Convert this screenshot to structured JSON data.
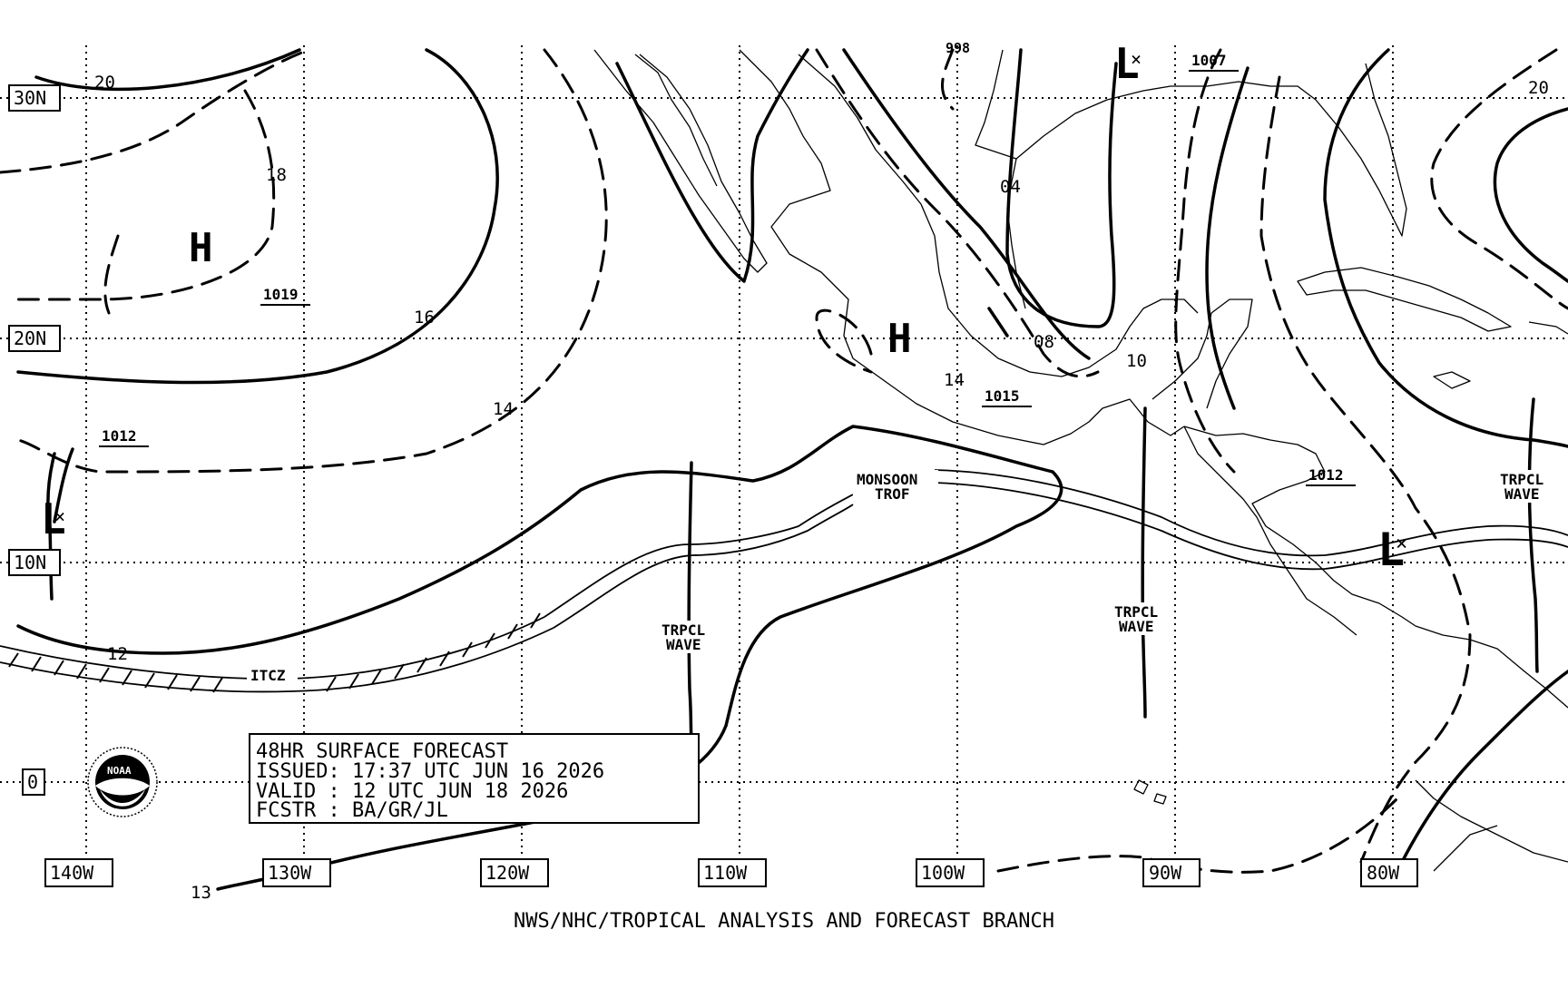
{
  "map": {
    "latitude_labels": [
      "30N",
      "20N",
      "10N",
      "0"
    ],
    "longitude_labels": [
      "140W",
      "130W",
      "120W",
      "110W",
      "100W",
      "90W",
      "80W"
    ],
    "footer": "NWS/NHC/TROPICAL ANALYSIS AND FORECAST BRANCH",
    "info_box": {
      "line1": "48HR SURFACE FORECAST",
      "line2": "ISSUED: 17:37 UTC JUN 16 2026",
      "line3": "VALID : 12 UTC JUN 18 2026",
      "line4": "FCSTR : BA/GR/JL"
    },
    "pressure_centers": [
      {
        "type": "H",
        "value": "1019"
      },
      {
        "type": "H",
        "value": "1015"
      },
      {
        "type": "L",
        "value": "1012"
      },
      {
        "type": "L",
        "value": "1012"
      },
      {
        "type": "L",
        "value": "1007"
      }
    ],
    "isobar_labels": [
      "20",
      "18",
      "16",
      "14",
      "12",
      "13",
      "04",
      "08",
      "10",
      "14",
      "20",
      "998"
    ],
    "feature_labels": {
      "monsoon": "MONSOON",
      "trof": "TROF",
      "itcz": "ITCZ",
      "wave_top": "TRPCL",
      "wave_bottom": "WAVE"
    },
    "logo_text": "NOAA"
  }
}
